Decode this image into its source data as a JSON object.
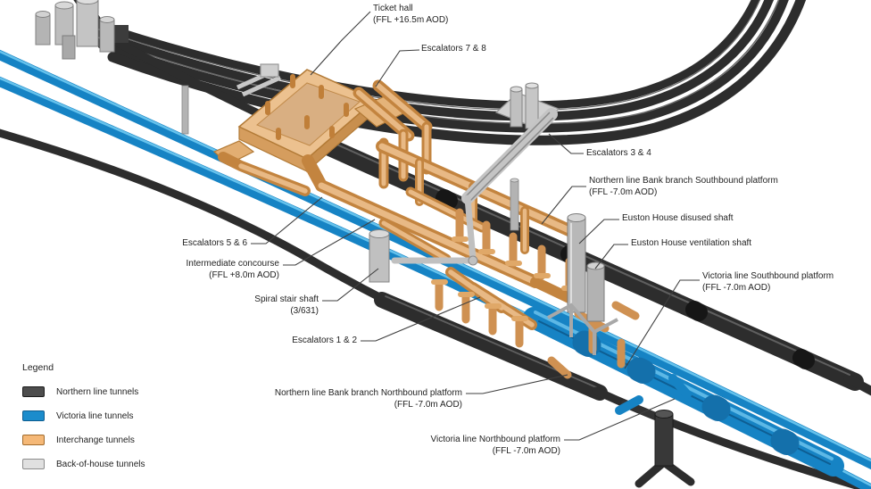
{
  "annotations": [
    {
      "id": "ticket-hall",
      "label": "Ticket hall",
      "sub": "(FFL +16.5m AOD)"
    },
    {
      "id": "escalators-7-8",
      "label": "Escalators 7 & 8",
      "sub": ""
    },
    {
      "id": "escalators-3-4",
      "label": "Escalators 3 & 4",
      "sub": ""
    },
    {
      "id": "northern-southbound-platform",
      "label": "Northern line Bank branch Southbound platform",
      "sub": "(FFL -7.0m AOD)"
    },
    {
      "id": "euston-house-disused-shaft",
      "label": "Euston House disused shaft",
      "sub": ""
    },
    {
      "id": "euston-house-ventilation-shaft",
      "label": "Euston House ventilation shaft",
      "sub": ""
    },
    {
      "id": "victoria-southbound-platform",
      "label": "Victoria line Southbound platform",
      "sub": "(FFL -7.0m AOD)"
    },
    {
      "id": "escalators-5-6",
      "label": "Escalators 5 & 6",
      "sub": ""
    },
    {
      "id": "intermediate-concourse",
      "label": "Intermediate concourse",
      "sub": "(FFL +8.0m AOD)"
    },
    {
      "id": "spiral-stair-shaft",
      "label": "Spiral stair shaft",
      "sub": "(3/631)"
    },
    {
      "id": "escalators-1-2",
      "label": "Escalators 1 & 2",
      "sub": ""
    },
    {
      "id": "northern-northbound-platform",
      "label": "Northern line Bank branch Northbound platform",
      "sub": "(FFL -7.0m AOD)"
    },
    {
      "id": "victoria-northbound-platform",
      "label": "Victoria line Northbound platform",
      "sub": "(FFL -7.0m AOD)"
    }
  ],
  "legend": {
    "title": "Legend",
    "items": [
      {
        "label": "Northern line tunnels",
        "color": "#4d4d4d"
      },
      {
        "label": "Victoria line tunnels",
        "color": "#1b8ccc"
      },
      {
        "label": "Interchange tunnels",
        "color": "#f5b877"
      },
      {
        "label": "Back-of-house tunnels",
        "color": "#e0e0e0"
      }
    ]
  },
  "colors": {
    "northern_tunnel": "#2d2d2d",
    "victoria_tunnel": "#1683c4",
    "interchange_tunnel": "#d6975a",
    "back_of_house": "#c2c2c2"
  }
}
